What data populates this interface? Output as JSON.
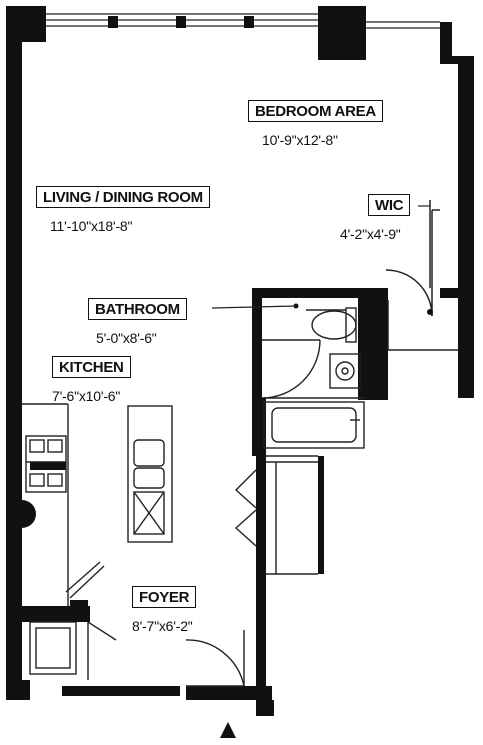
{
  "rooms": {
    "bedroom": {
      "name": "BEDROOM AREA",
      "dims": "10'-9\"x12'-8\""
    },
    "living": {
      "name": "LIVING / DINING ROOM",
      "dims": "11'-10\"x18'-8\""
    },
    "wic": {
      "name": "WIC",
      "dims": "4'-2\"x4'-9\""
    },
    "bathroom": {
      "name": "BATHROOM",
      "dims": "5'-0\"x8'-6\""
    },
    "kitchen": {
      "name": "KITCHEN",
      "dims": "7'-6\"x10'-6\""
    },
    "foyer": {
      "name": "FOYER",
      "dims": "8'-7\"x6'-2\""
    }
  },
  "colors": {
    "wall": "#111111",
    "line": "#222222"
  },
  "icons": {
    "entry": "entry-arrow-icon"
  }
}
